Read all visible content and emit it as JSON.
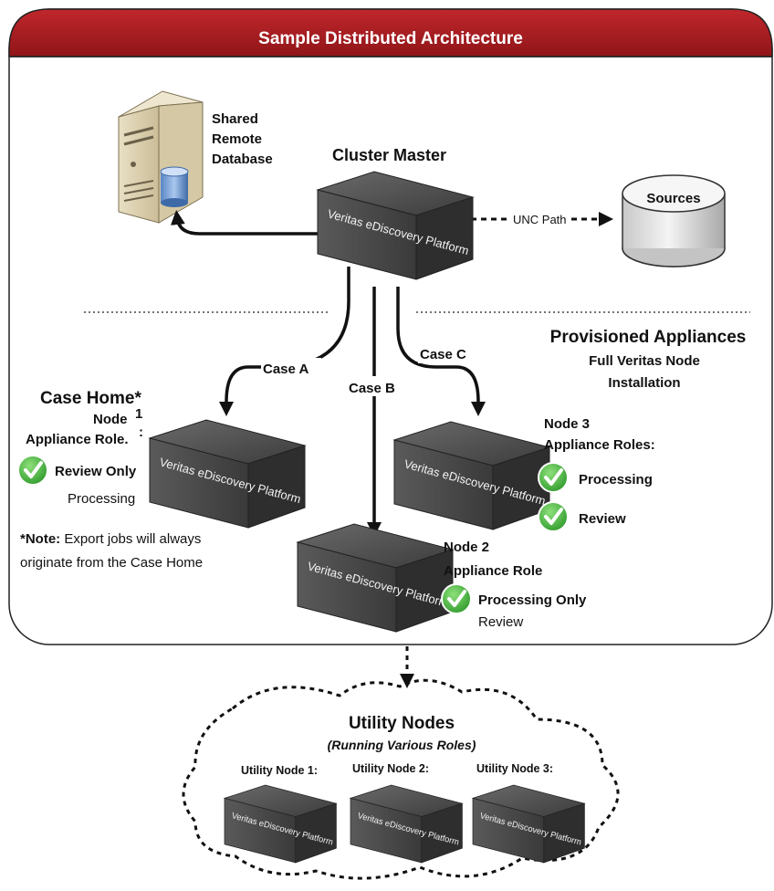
{
  "diagram": {
    "header_title": "Sample Distributed Architecture",
    "appliance_label": "Veritas eDiscovery Platform",
    "shared_db": {
      "line1": "Shared",
      "line2": "Remote",
      "line3": "Database"
    },
    "cluster_master": "Cluster Master",
    "sources": "Sources",
    "unc_path": "UNC Path",
    "provisioned": {
      "title": "Provisioned Appliances",
      "line1": "Full Veritas Node",
      "line2": "Installation"
    },
    "cases": {
      "a": "Case A",
      "b": "Case B",
      "c": "Case C"
    },
    "case_home": {
      "title": "Case Home*",
      "node": "Node",
      "node_num": "1",
      "role_label": "Appliance Role.",
      "role_colon": ":",
      "role_active": "Review Only",
      "role_inactive": "Processing"
    },
    "note": {
      "bold": "*Note:",
      "text": " Export jobs will always",
      "line2": "originate from the Case Home"
    },
    "node2": {
      "title": "Node 2",
      "role_label": "Appliance Role",
      "role_active": "Processing Only",
      "role_inactive": "Review"
    },
    "node3": {
      "title": "Node 3",
      "role_label": "Appliance Roles:",
      "role1": "Processing",
      "role2": "Review"
    },
    "utility": {
      "title": "Utility Nodes",
      "subtitle": "(Running Various Roles)",
      "nodes": [
        "Utility Node 1:",
        "Utility Node 2:",
        "Utility Node 3:"
      ]
    },
    "colors": {
      "header": "#a91e22",
      "appliance": "#4a4a4a",
      "check": "#3aa838"
    }
  }
}
